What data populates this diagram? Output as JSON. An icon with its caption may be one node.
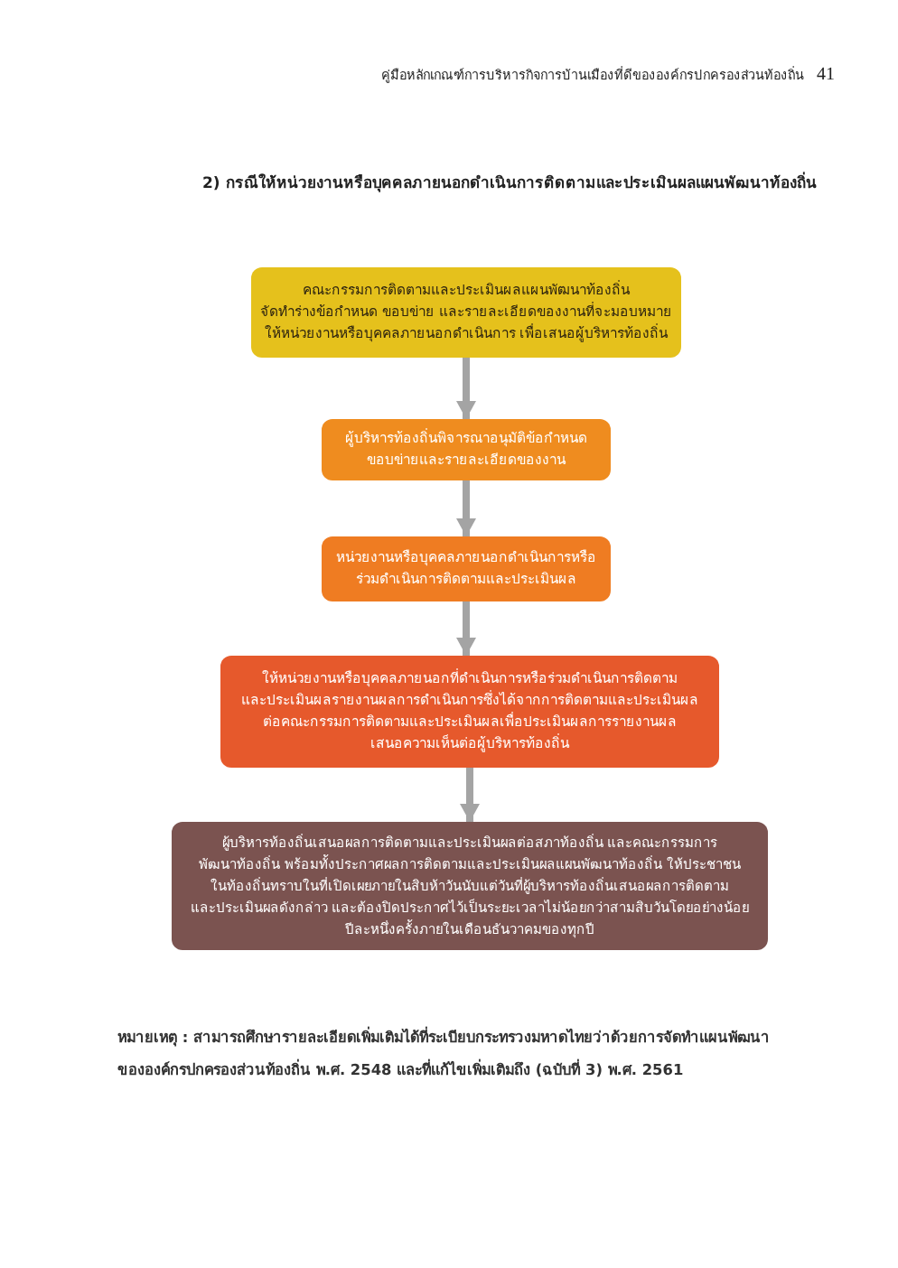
{
  "diagram": {
    "title": "2) กรณีให้หน่วยงานหรือบุคคลภายนอกดำเนินการติดตามและประเมินผลแผนพัฒนาท้องถิ่น",
    "nodes": [
      {
        "text": [
          "คณะกรรมการติดตามและประเมินผลแผนพัฒนาท้องถิ่น จัดทำร่างข้อกำหนด ขอบข่าย และรายละเอียดของงานที่จะมอบหมาย ให้หน่วยงานหรือบุคคลภายนอกดำเนินการ เพื่อเสนอผู้บริหารท้องถิ่น"
        ]
      },
      {
        "text": [
          "ผู้บริหารท้องถิ่นพิจารณาอนุมัติข้อกำหนด ขอบข่ายและรายละเอียดของงาน"
        ]
      },
      {
        "text": [
          "หน่วยงานหรือบุคคลภายนอกดำเนินการหรือ ร่วมดำเนินการติดตามและประเมินผล"
        ]
      },
      {
        "text": [
          "ให้หน่วยงานหรือบุคคลภายนอกที่ดำเนินการหรือร่วมดำเนินการติดตาม และประเมินผลรายงานผลการดำเนินการซึ่งได้จากการติดตามและประเมินผล ต่อคณะกรรมการติดตามและประเมินผลเพื่อประเมินผลการรายงานผล เสนอความเห็นต่อผู้บริหารท้องถิ่น"
        ]
      },
      {
        "text": [
          "ผู้บริหารท้องถิ่นเสนอผลการติดตามและประเมินผลต่อสภาท้องถิ่น และคณะกรรมการ พัฒนาท้องถิ่น พร้อมทั้งประกาศผลการติดตามและประเมินผลแผนพัฒนาท้องถิ่น ให้ประชาชน ในท้องถิ่นทราบในที่เปิดเผยภายในสิบห้าวันนับแต่วันที่ผู้บริหารท้องถิ่นเสนอผลการติดตาม และประเมินผลดังกล่าว และต้องปิดประกาศไว้เป็นระยะเวลาไม่น้อยกว่าสามสิบวันโดยอย่างน้อย ปีละหนึ่งครั้งภายในเดือนธันวาคมของทุกปี"
        ]
      }
    ],
    "edges": [
      {
        "from": 0,
        "to": 1,
        "arrow": "to"
      },
      {
        "from": 1,
        "to": 2,
        "arrow": "to"
      },
      {
        "from": 2,
        "to": 3,
        "arrow": "to"
      },
      {
        "from": 3,
        "to": 4,
        "arrow": "to"
      }
    ],
    "labels": [
      "คู่มือหลักเกณฑ์การบริหารกิจการบ้านเมืองที่ดีขององค์กรปกครองส่วนท้องถิ่น",
      "41",
      "หมายเหตุ : สามารถศึกษารายละเอียดเพิ่มเติมได้ที่ระเบียบกระทรวงมหาดไทยว่าด้วยการจัดทำแผนพัฒนาขององค์กรปกครองส่วนท้องถิ่น พ.ศ. 2548 และที่แก้ไขเพิ่มเติมถึง (ฉบับที่ 3) พ.ศ. 2561"
    ]
  }
}
